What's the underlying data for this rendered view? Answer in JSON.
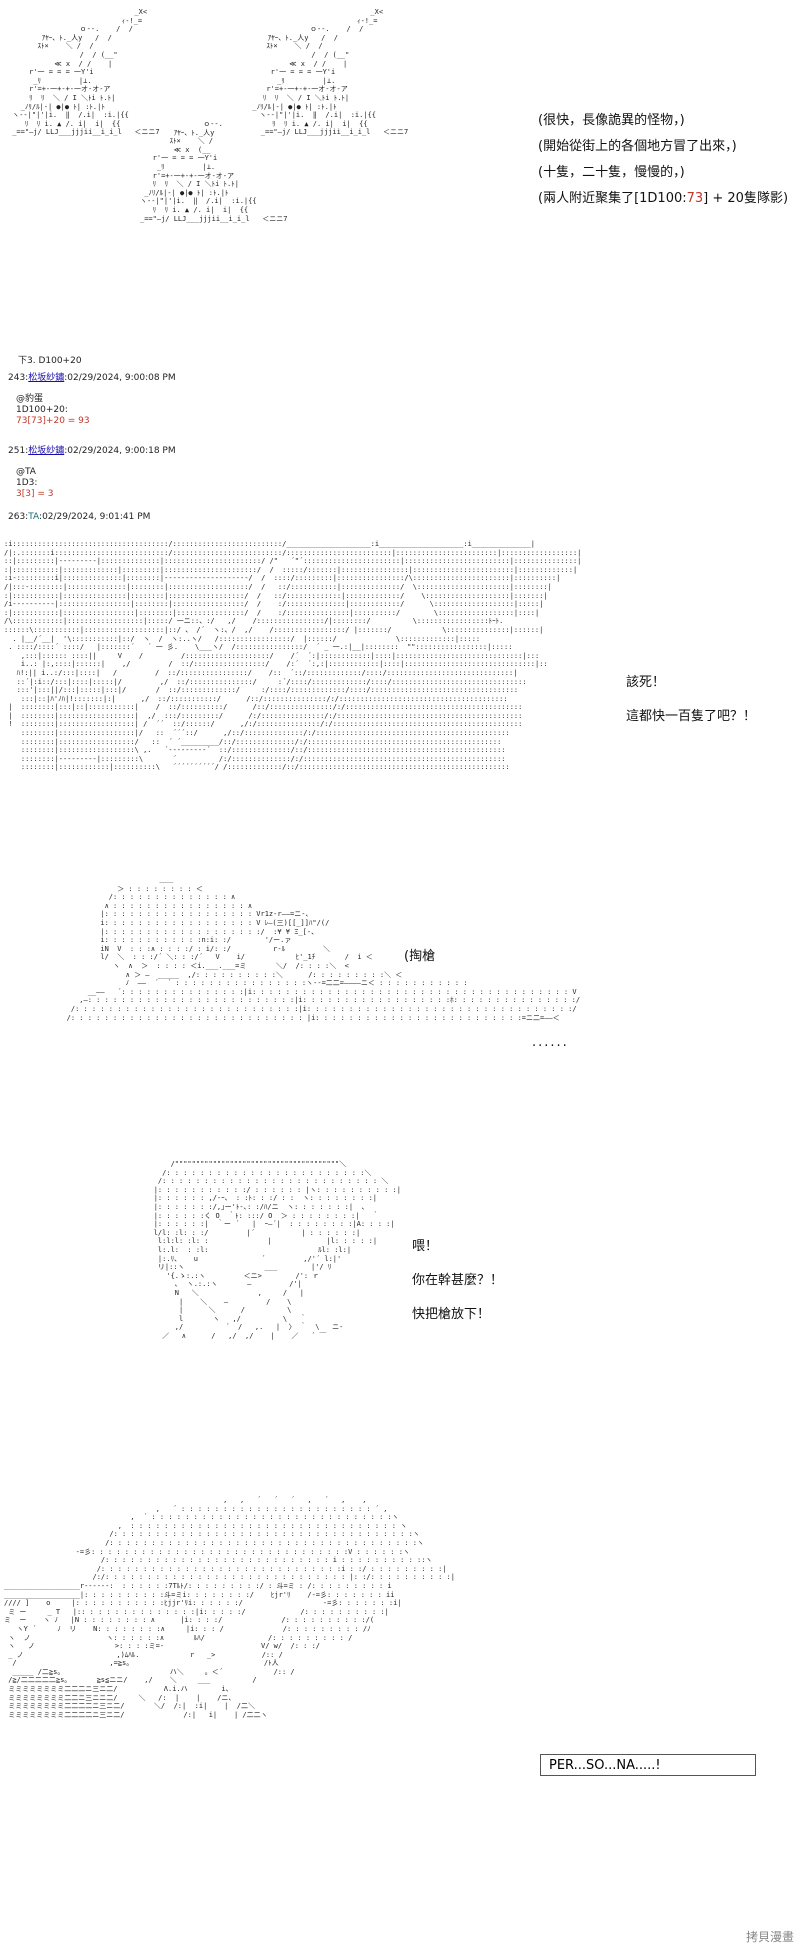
{
  "panel1": {
    "caption_lines": [
      "(很快，長像詭異的怪物，)",
      "(開始從街上的各個地方冒了出來，)",
      "(十隻，二十隻，慢慢的，)"
    ],
    "caption_roll_prefix": "(兩人附近聚集了[1D100:",
    "caption_roll_value": "73",
    "caption_roll_suffix": "] + 20隻隊影)"
  },
  "posts": [
    {
      "header_pre": "下3. D100+20",
      "number": "243:",
      "name": "松坂紗鏽",
      "date": ":02/29/2024, 9:00:08 PM",
      "line1": "@豹蛋",
      "line2": "1D100+20:",
      "result": "73[73]+20 = 93"
    },
    {
      "number": "251:",
      "name": "松坂紗鏽",
      "date": ":02/29/2024, 9:00:18 PM",
      "line1": "@TA",
      "line2": "1D3:",
      "result": "3[3] = 3"
    },
    {
      "number": "263:",
      "name": "TA",
      "date": ":02/29/2024, 9:01:41 PM"
    }
  ],
  "panel2": {
    "lines": [
      "該死！",
      "這都快一百隻了吧？！"
    ]
  },
  "panel3": {
    "sfx": "(掏槍",
    "dots": "......"
  },
  "panel4": {
    "lines": [
      "喂！",
      "你在幹甚麼？！",
      "快把槍放下！"
    ]
  },
  "panel5": {
    "box_text": "PER...SO...NA.....!"
  },
  "watermark": "拷貝漫畫"
}
